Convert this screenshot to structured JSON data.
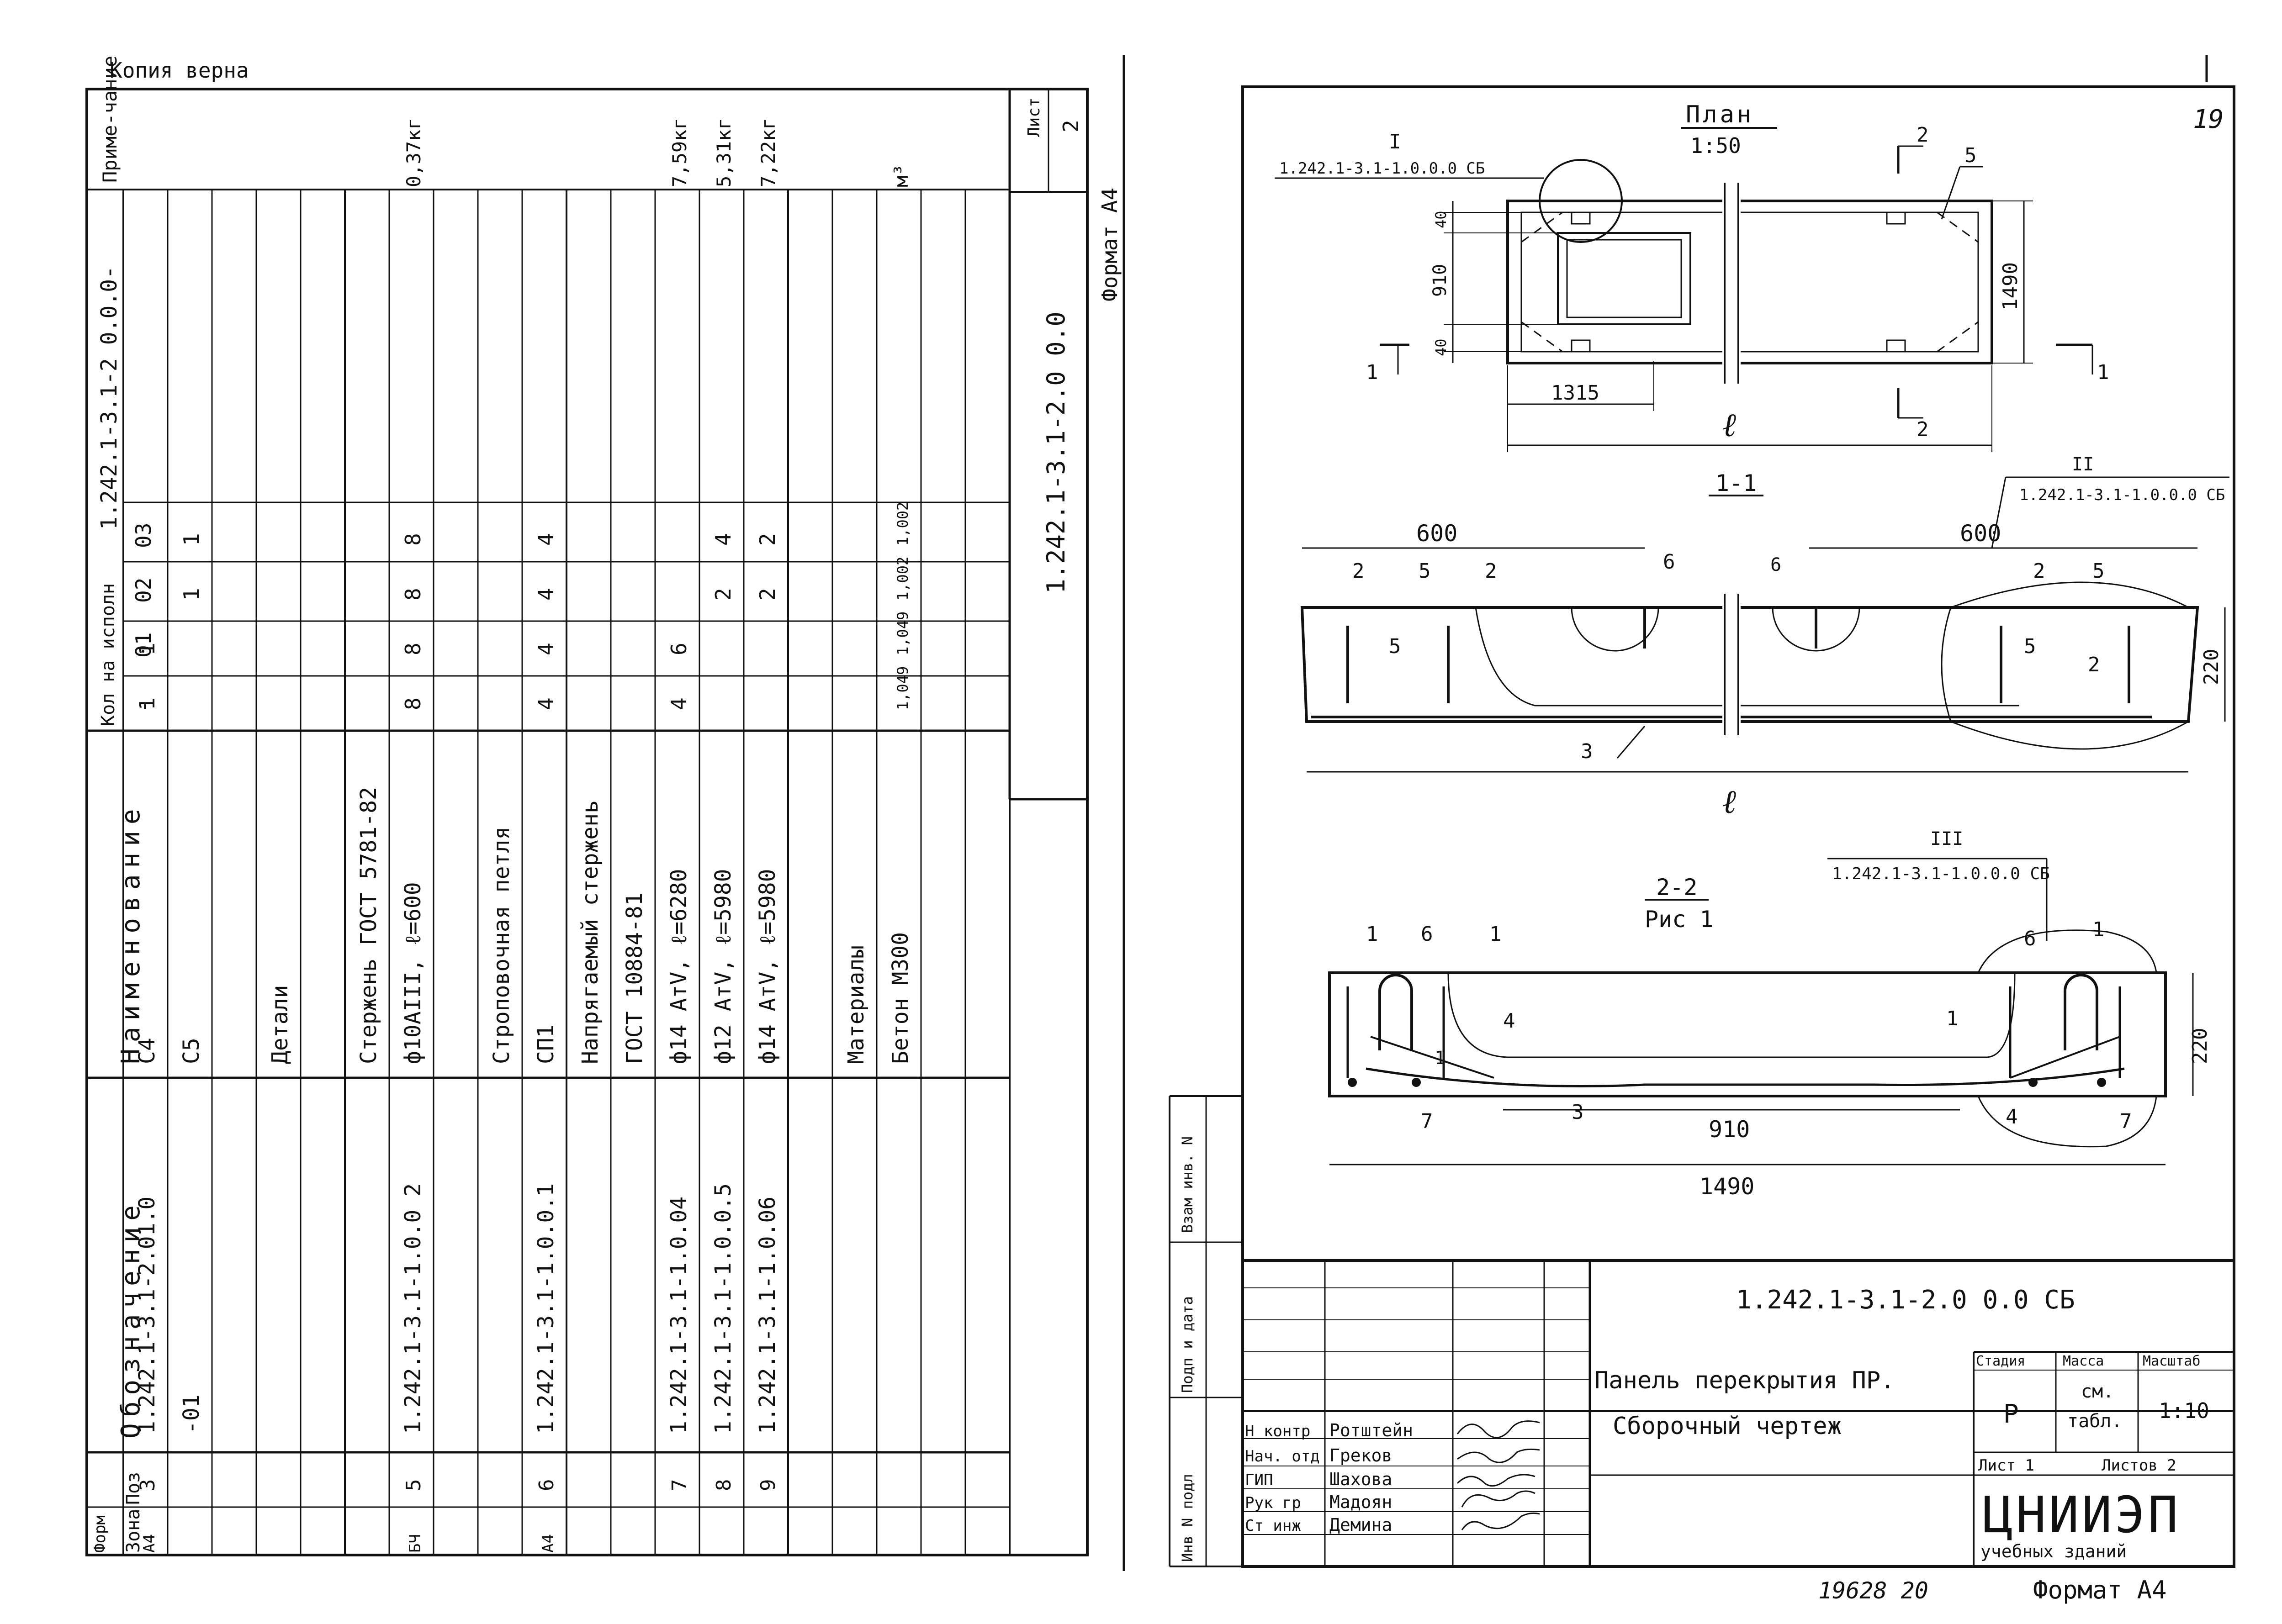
{
  "left_sheet": {
    "copy_note": "Копия   верна",
    "table_designation_rotated": "1.242.1-3.1-2 0.0.0-",
    "side_code": "1.242.1-3.1-2.0 0.0",
    "sheet_label": "Лист",
    "sheet_num": "2",
    "format": "Формат А4",
    "headers": {
      "form": "Форм",
      "zone": "Зона",
      "pos": "Поз",
      "designation": "Обозначение",
      "name": "Наименование",
      "qty": "Кол на исполн",
      "exec": [
        "-",
        "01",
        "02",
        "03"
      ],
      "note": "Приме-чание"
    },
    "rows": [
      {
        "form": "А4",
        "pos": "3",
        "des": "1.242.1-3.1-2.01.0",
        "name": "С4",
        "q": [
          "1",
          "1",
          "",
          ""
        ],
        "note": ""
      },
      {
        "form": "",
        "pos": "",
        "des": "-01",
        "name": "С5",
        "q": [
          "",
          "",
          "1",
          "1"
        ],
        "note": ""
      },
      {
        "form": "",
        "pos": "",
        "des": "",
        "name": "",
        "q": [
          "",
          "",
          "",
          ""
        ],
        "note": ""
      },
      {
        "form": "",
        "pos": "",
        "des": "",
        "name": "Детали",
        "q": [
          "",
          "",
          "",
          ""
        ],
        "note": ""
      },
      {
        "form": "",
        "pos": "",
        "des": "",
        "name": "",
        "q": [
          "",
          "",
          "",
          ""
        ],
        "note": ""
      },
      {
        "form": "",
        "pos": "",
        "des": "",
        "name": "Стержень ГОСТ 5781-82",
        "q": [
          "",
          "",
          "",
          ""
        ],
        "note": ""
      },
      {
        "form": "БЧ",
        "pos": "5",
        "des": "1.242.1-3.1-1.0.0 2",
        "name": "ф10АIII, ℓ=600",
        "q": [
          "8",
          "8",
          "8",
          "8"
        ],
        "note": "0,37кг"
      },
      {
        "form": "",
        "pos": "",
        "des": "",
        "name": "",
        "q": [
          "",
          "",
          "",
          ""
        ],
        "note": ""
      },
      {
        "form": "",
        "pos": "",
        "des": "",
        "name": "Строповочная петля",
        "q": [
          "",
          "",
          "",
          ""
        ],
        "note": ""
      },
      {
        "form": "А4",
        "pos": "6",
        "des": "1.242.1-3.1-1.0.0.1",
        "name": "СП1",
        "q": [
          "4",
          "4",
          "4",
          "4"
        ],
        "note": ""
      },
      {
        "form": "",
        "pos": "",
        "des": "",
        "name": "Напрягаемый стержень",
        "q": [
          "",
          "",
          "",
          ""
        ],
        "note": ""
      },
      {
        "form": "",
        "pos": "",
        "des": "",
        "name": "ГОСТ 10884-81",
        "q": [
          "",
          "",
          "",
          ""
        ],
        "note": ""
      },
      {
        "form": "",
        "pos": "7",
        "des": "1.242.1-3.1-1.0.04",
        "name": "ф14 АтV, ℓ=6280",
        "q": [
          "4",
          "6",
          "",
          ""
        ],
        "note": "7,59кг"
      },
      {
        "form": "",
        "pos": "8",
        "des": "1.242.1-3.1-1.0.0.5",
        "name": "ф12 АтV, ℓ=5980",
        "q": [
          "",
          "",
          "2",
          "4"
        ],
        "note": "5,31кг"
      },
      {
        "form": "",
        "pos": "9",
        "des": "1.242.1-3.1-1.0.06",
        "name": "ф14 АтV, ℓ=5980",
        "q": [
          "",
          "",
          "2",
          "2"
        ],
        "note": "7,22кг"
      },
      {
        "form": "",
        "pos": "",
        "des": "",
        "name": "",
        "q": [
          "",
          "",
          "",
          ""
        ],
        "note": ""
      },
      {
        "form": "",
        "pos": "",
        "des": "",
        "name": "Материалы",
        "q": [
          "",
          "",
          "",
          ""
        ],
        "note": ""
      },
      {
        "form": "",
        "pos": "",
        "des": "",
        "name": "Бетон М300",
        "q": [
          "1,049",
          "1,049",
          "1,002",
          "1,002"
        ],
        "note": "м³"
      },
      {
        "form": "",
        "pos": "",
        "des": "",
        "name": "",
        "q": [
          "",
          "",
          "",
          ""
        ],
        "note": ""
      },
      {
        "form": "",
        "pos": "",
        "des": "",
        "name": "",
        "q": [
          "",
          "",
          "",
          ""
        ],
        "note": ""
      }
    ]
  },
  "right_sheet": {
    "page_num": "19",
    "plan": {
      "title": "План",
      "scale": "1:50",
      "ref_I_num": "I",
      "ref_I": "1.242.1-3.1-1.0.0.0 СБ",
      "d40a": "40",
      "d910": "910",
      "d40b": "40",
      "d1490": "1490",
      "d1315": "1315",
      "len": "ℓ",
      "cut1": "1",
      "cut2": "2",
      "pos5": "5"
    },
    "sec11": {
      "title": "1-1",
      "ref_II_num": "II",
      "ref_II": "1.242.1-3.1-1.0.0.0 СБ",
      "d600a": "600",
      "d600b": "600",
      "h220": "220",
      "len": "ℓ",
      "p2": "2",
      "p5": "5",
      "p6": "6",
      "p3": "3"
    },
    "sec22": {
      "title": "2-2",
      "sub": "Рис 1",
      "ref_III_num": "III",
      "ref_III": "1.242.1-3.1-1.0.0.0 СБ",
      "h220": "220",
      "d910": "910",
      "d1490": "1490",
      "p1": "1",
      "p6": "6",
      "p4": "4",
      "p7": "7",
      "p3": "3"
    },
    "side_labels": [
      "Инв N подл",
      "Подп и дата",
      "Взам инв. N"
    ],
    "title_block": {
      "code": "1.242.1-3.1-2.0 0.0 СБ",
      "name1": "Панель перекрытия ПР.",
      "name2": "Сборочный чертеж",
      "stage_h": "Стадия",
      "mass_h": "Масса",
      "scale_h": "Масштаб",
      "stage": "Р",
      "mass1": "см.",
      "mass2": "табл.",
      "scale": "1:10",
      "sheet": "Лист 1",
      "sheets": "Листов 2",
      "org1": "ЦНИИЭП",
      "org2": "учебных  зданий",
      "people": [
        {
          "role": "Н контр",
          "name": "Ротштейн"
        },
        {
          "role": "Нач. отд",
          "name": "Греков"
        },
        {
          "role": "ГИП",
          "name": "Шахова"
        },
        {
          "role": "Рук гр",
          "name": "Мадоян"
        },
        {
          "role": "Ст инж",
          "name": "Демина"
        }
      ]
    },
    "bottom_num": "19628  20",
    "format": "Формат А4"
  }
}
